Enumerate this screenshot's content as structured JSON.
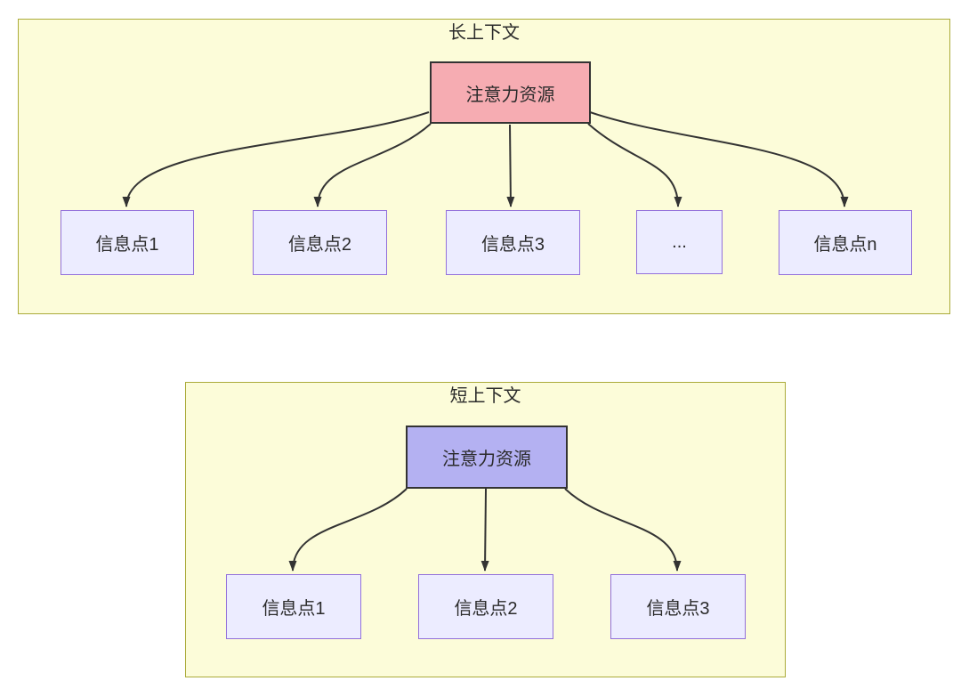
{
  "sections": [
    {
      "id": "long-context",
      "title": "长上下文",
      "source_label": "注意力资源",
      "targets": [
        "信息点1",
        "信息点2",
        "信息点3",
        "...",
        "信息点n"
      ]
    },
    {
      "id": "short-context",
      "title": "短上下文",
      "source_label": "注意力资源",
      "targets": [
        "信息点1",
        "信息点2",
        "信息点3"
      ]
    }
  ],
  "colors": {
    "section_bg": "#fcfcd9",
    "section_border": "#abab3a",
    "info_fill": "#ececff",
    "info_border": "#9370db",
    "attention_long_fill": "#f6acb2",
    "attention_short_fill": "#b4b1f2",
    "attention_border": "#333333",
    "edge": "#333333",
    "text": "#2b2b2b"
  }
}
